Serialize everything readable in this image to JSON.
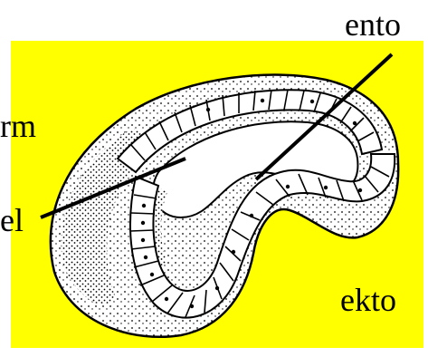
{
  "labels": {
    "ento": "ento",
    "rm": "rm",
    "el": "el",
    "ekto": "ekto"
  },
  "colors": {
    "background": "#ffff00",
    "ink": "#000000",
    "cavity": "#ffffff"
  }
}
